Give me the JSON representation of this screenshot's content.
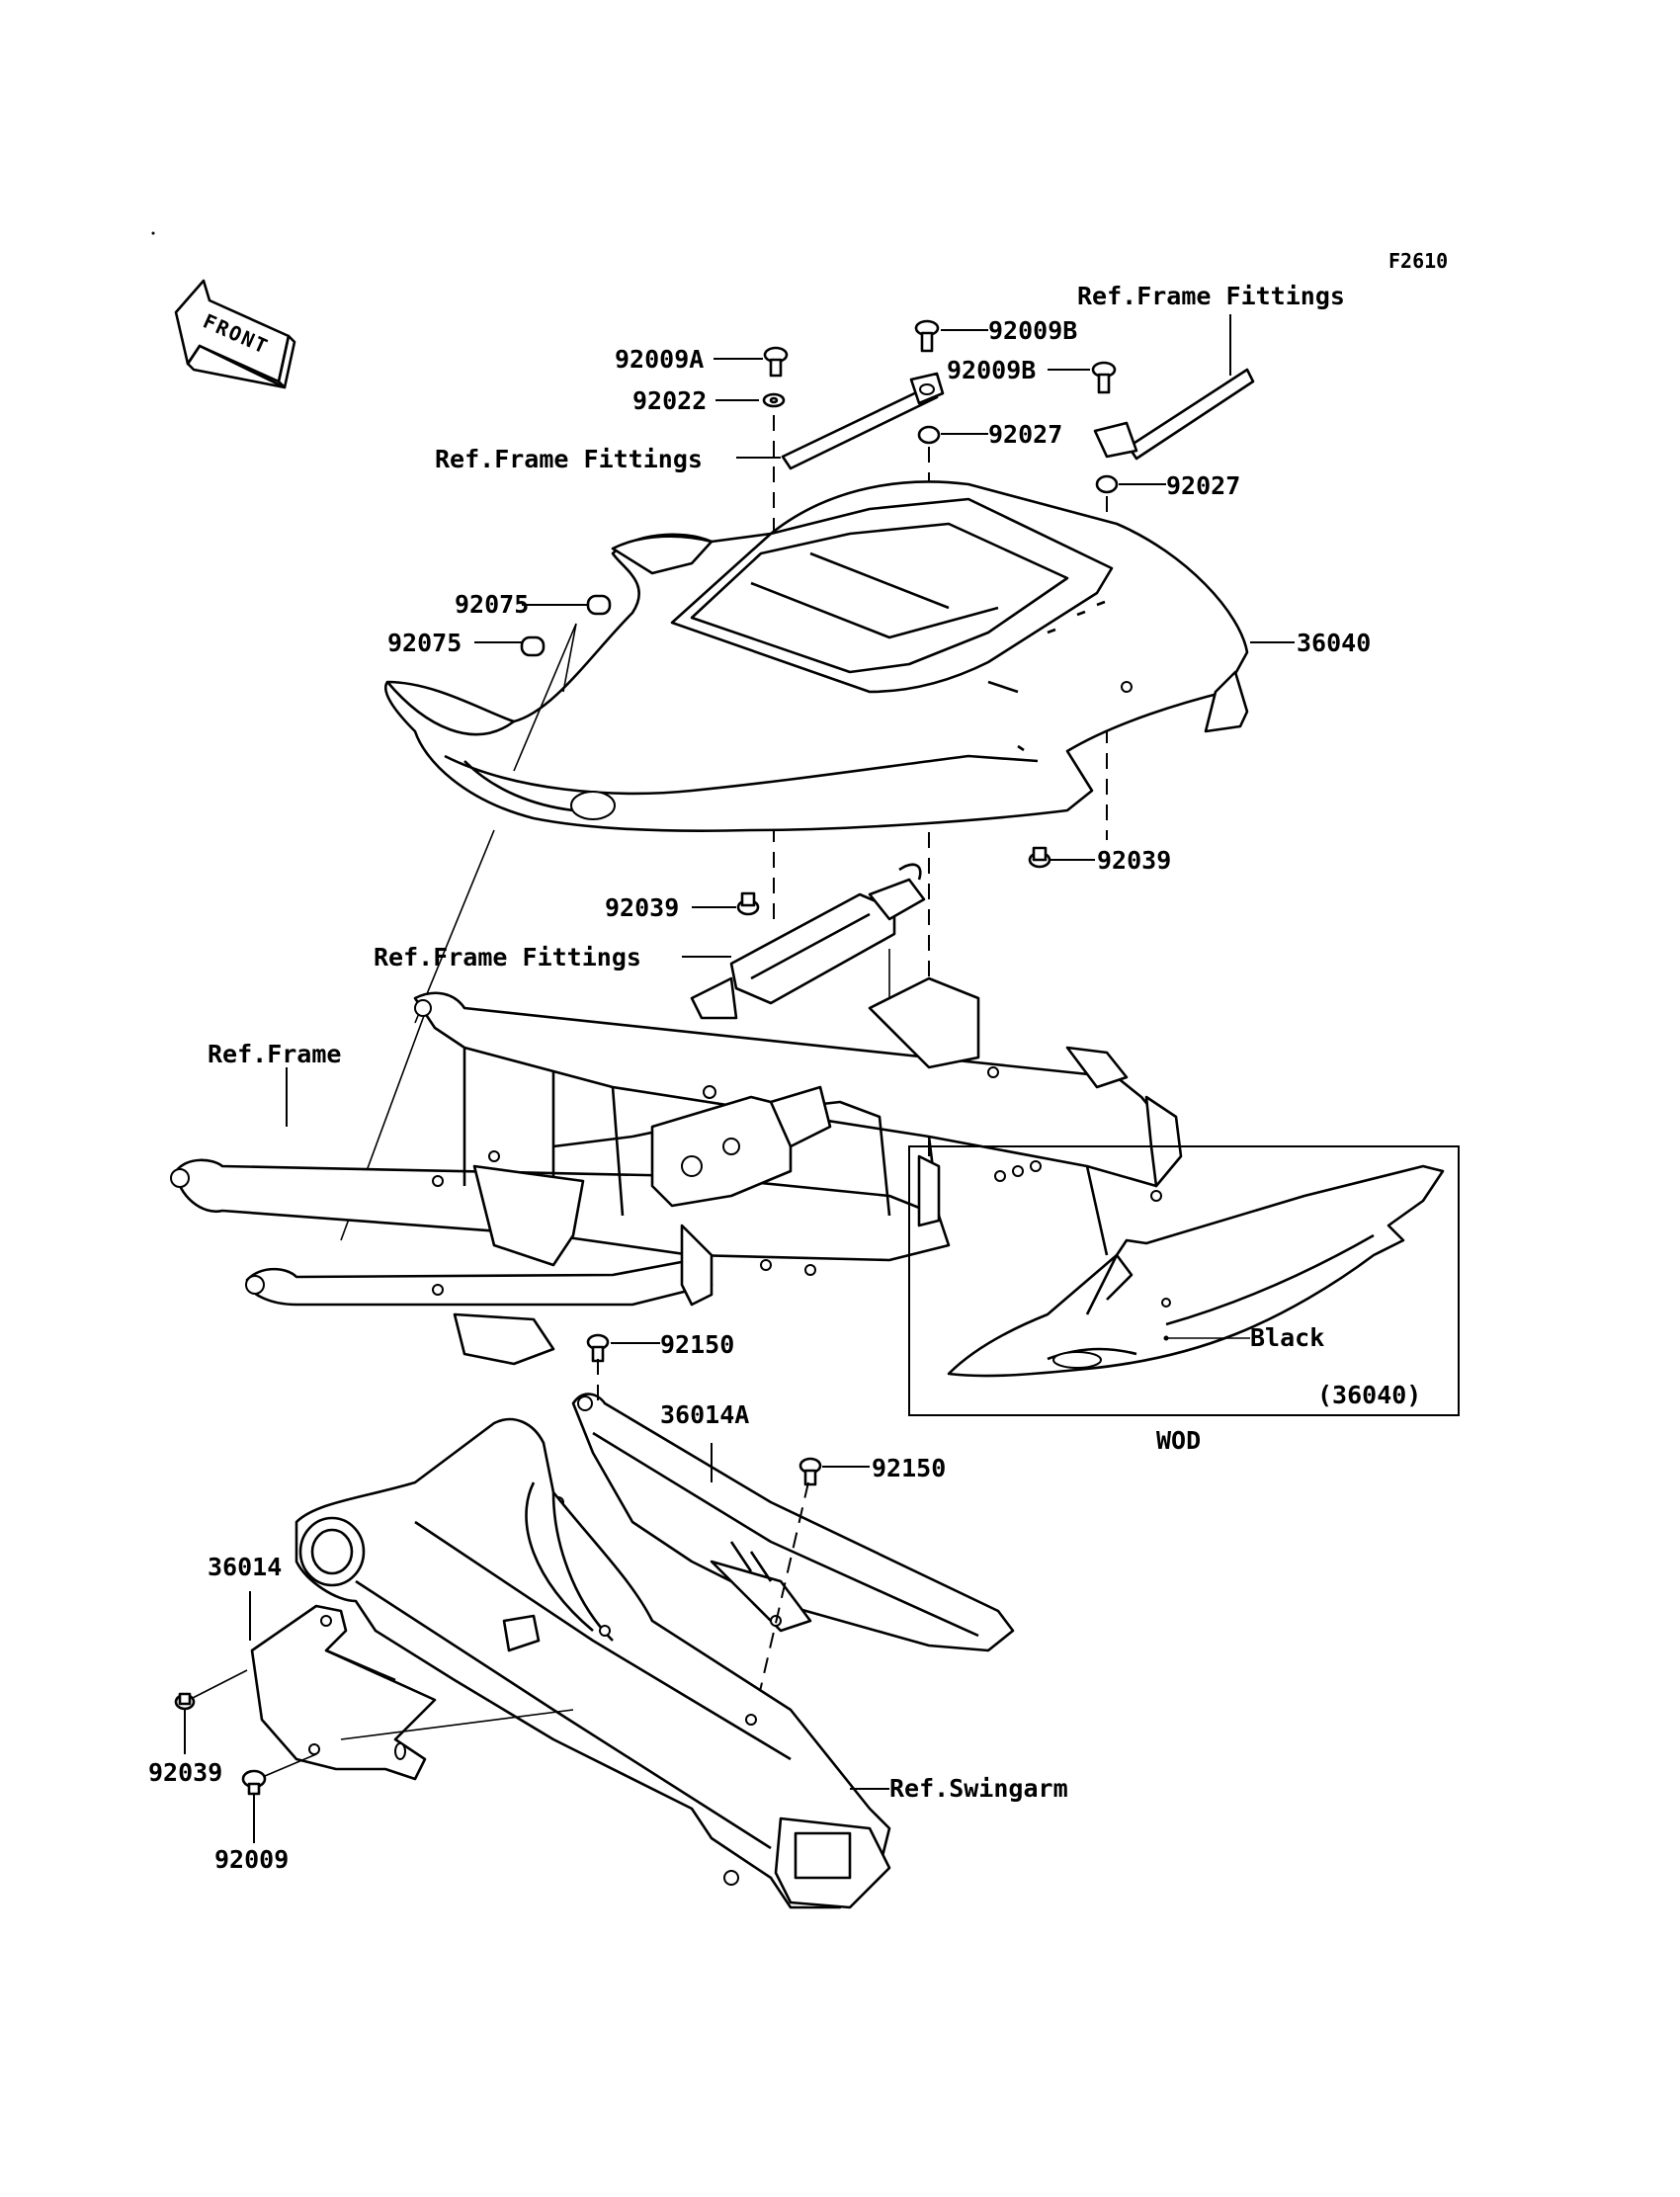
{
  "diagram_code": "F2610",
  "front_label": "FRONT",
  "labels": {
    "p92009A": "92009A",
    "p92022": "92022",
    "ref_frame_fittings_top_left": "Ref.Frame Fittings",
    "p92009B_top": "92009B",
    "p92009B_right": "92009B",
    "ref_frame_fittings_top_right": "Ref.Frame Fittings",
    "p92027_mid": "92027",
    "p92027_right": "92027",
    "p92075_upper": "92075",
    "p92075_lower": "92075",
    "p36040": "36040",
    "p92039_right": "92039",
    "p92039_mid": "92039",
    "ref_frame_fittings_mid": "Ref.Frame Fittings",
    "ref_frame": "Ref.Frame",
    "p92150_top": "92150",
    "p36014A": "36014A",
    "p92150_right": "92150",
    "p36014": "36014",
    "p92039_bottom": "92039",
    "p92009": "92009",
    "ref_swingarm": "Ref.Swingarm"
  },
  "inset": {
    "color_label": "Black",
    "part_ref": "(36040)",
    "caption": "WOD"
  }
}
